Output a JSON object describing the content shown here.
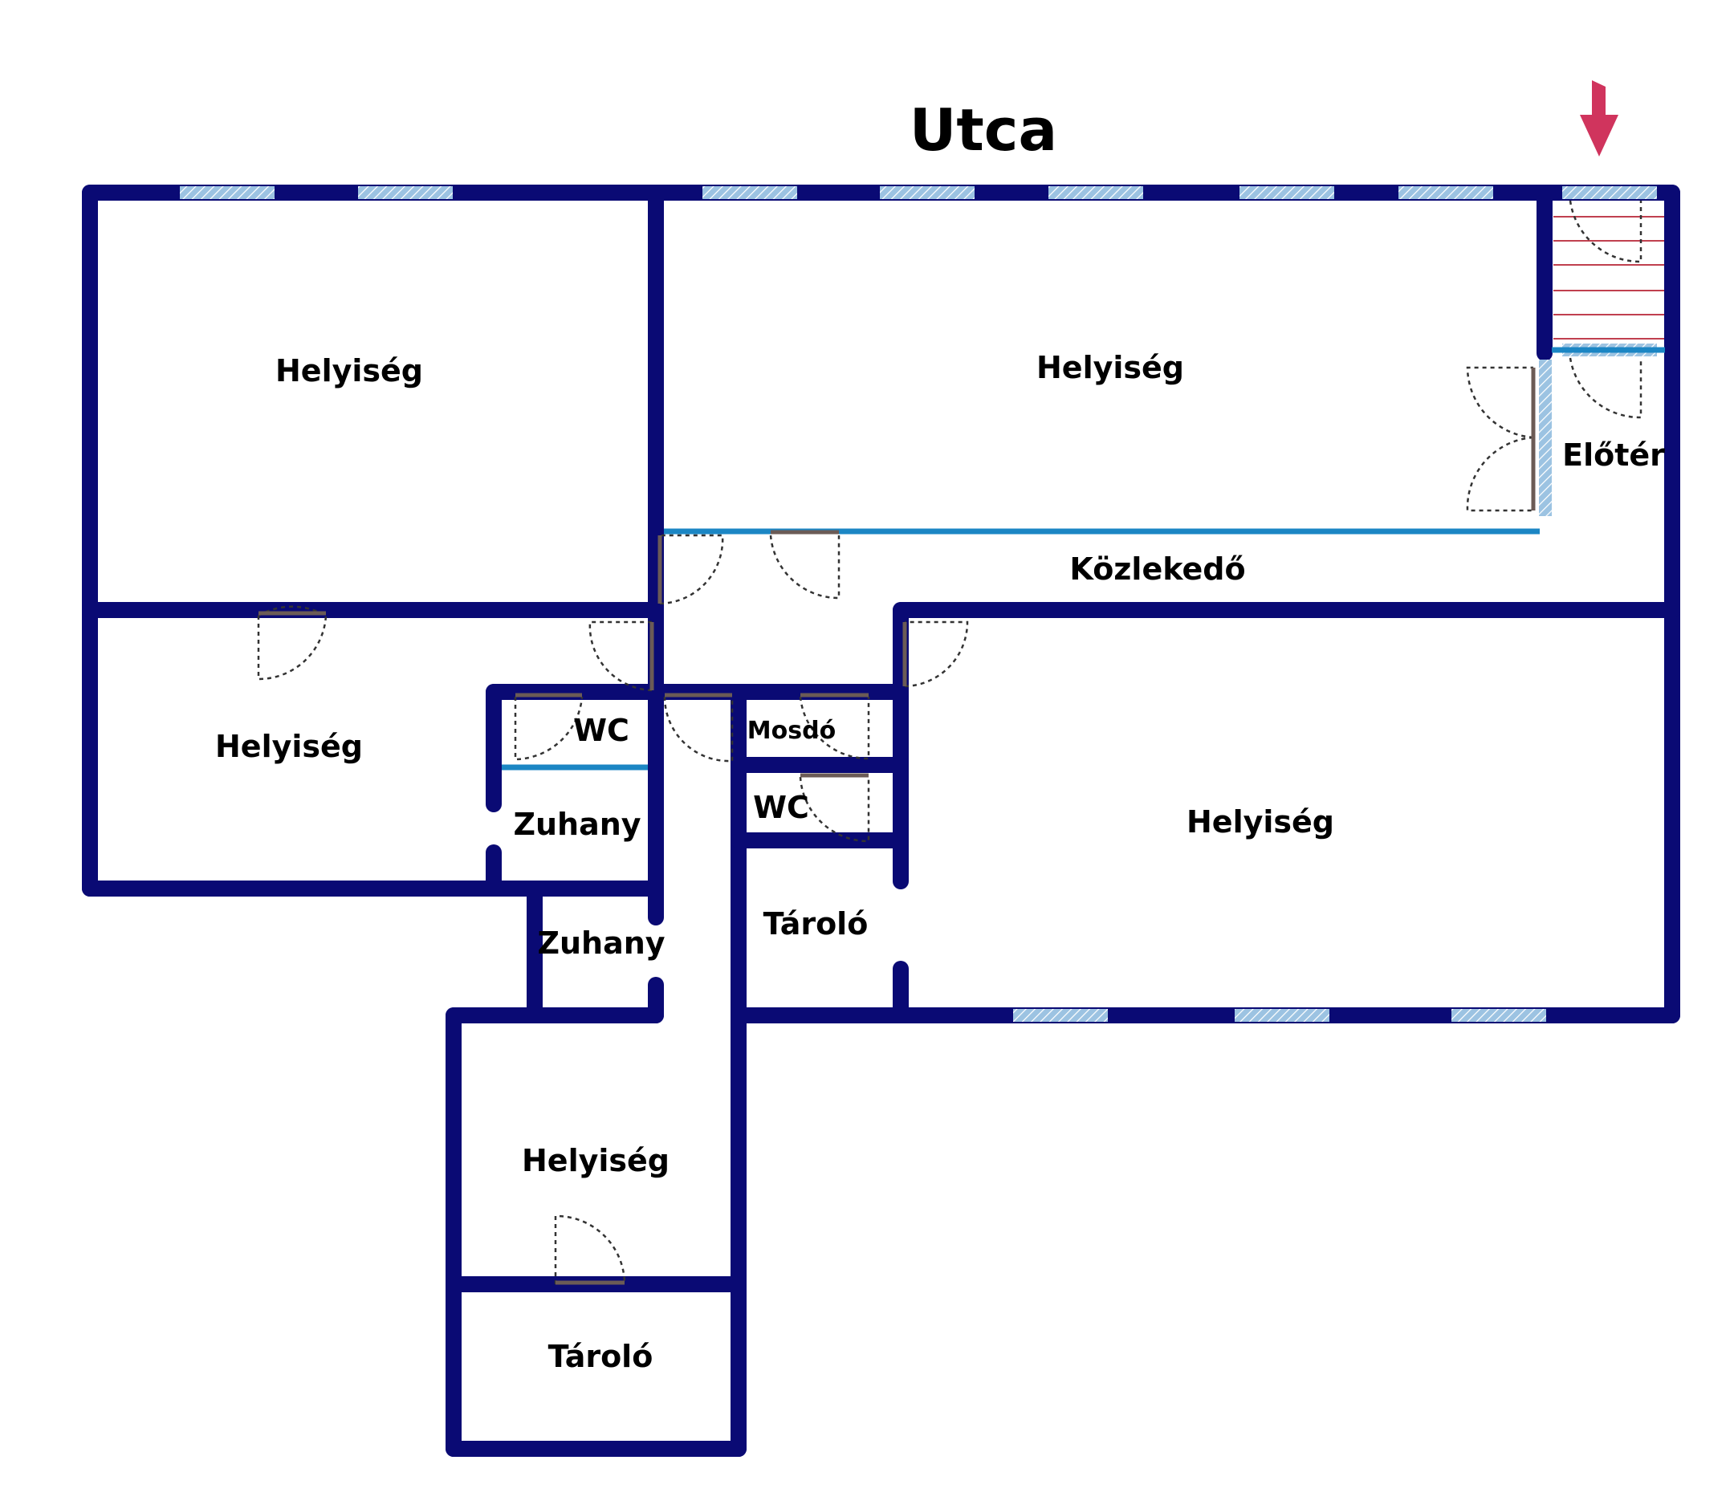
{
  "title": "Utca",
  "rooms": {
    "room_top_left": "Helyiség",
    "room_top_center": "Helyiség",
    "room_left_mid": "Helyiség",
    "room_right_large": "Helyiség",
    "room_bottom": "Helyiség",
    "entry": "Előtér",
    "corridor": "Közlekedő",
    "wc_left": "WC",
    "wc_right": "WC",
    "washroom": "Mosdó",
    "shower_1": "Zuhany",
    "shower_2": "Zuhany",
    "storage_mid": "Tároló",
    "storage_bottom": "Tároló"
  },
  "icons": {
    "entrance": "arrow-down-icon"
  },
  "colors": {
    "wall": "#0a0a74",
    "window": "#9cc3e2",
    "glass_partition": "#1b86c4",
    "door_leaf": "#6b5b56",
    "door_swing": "#333333",
    "stairs": "#c0404f",
    "entrance_arrow": "#d0345d"
  }
}
